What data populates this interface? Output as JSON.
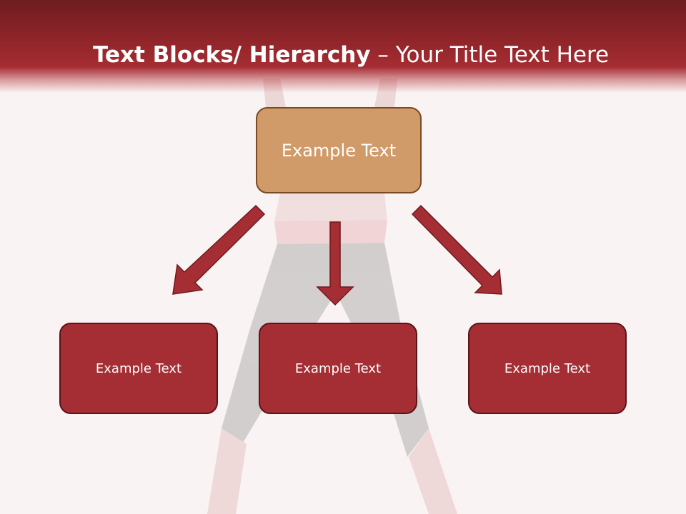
{
  "slide": {
    "title_bold": "Text Blocks/ Hierarchy",
    "title_rest": " – Your Title Text Here",
    "top_box_label": "Example Text",
    "children": [
      {
        "label": "Example Text"
      },
      {
        "label": "Example Text"
      },
      {
        "label": "Example Text"
      }
    ]
  },
  "colors": {
    "header": "#8d2428",
    "top_box": "#d19a69",
    "child_box": "#a52e34",
    "arrow": "#a52e34",
    "background": "#f9f3f3"
  }
}
